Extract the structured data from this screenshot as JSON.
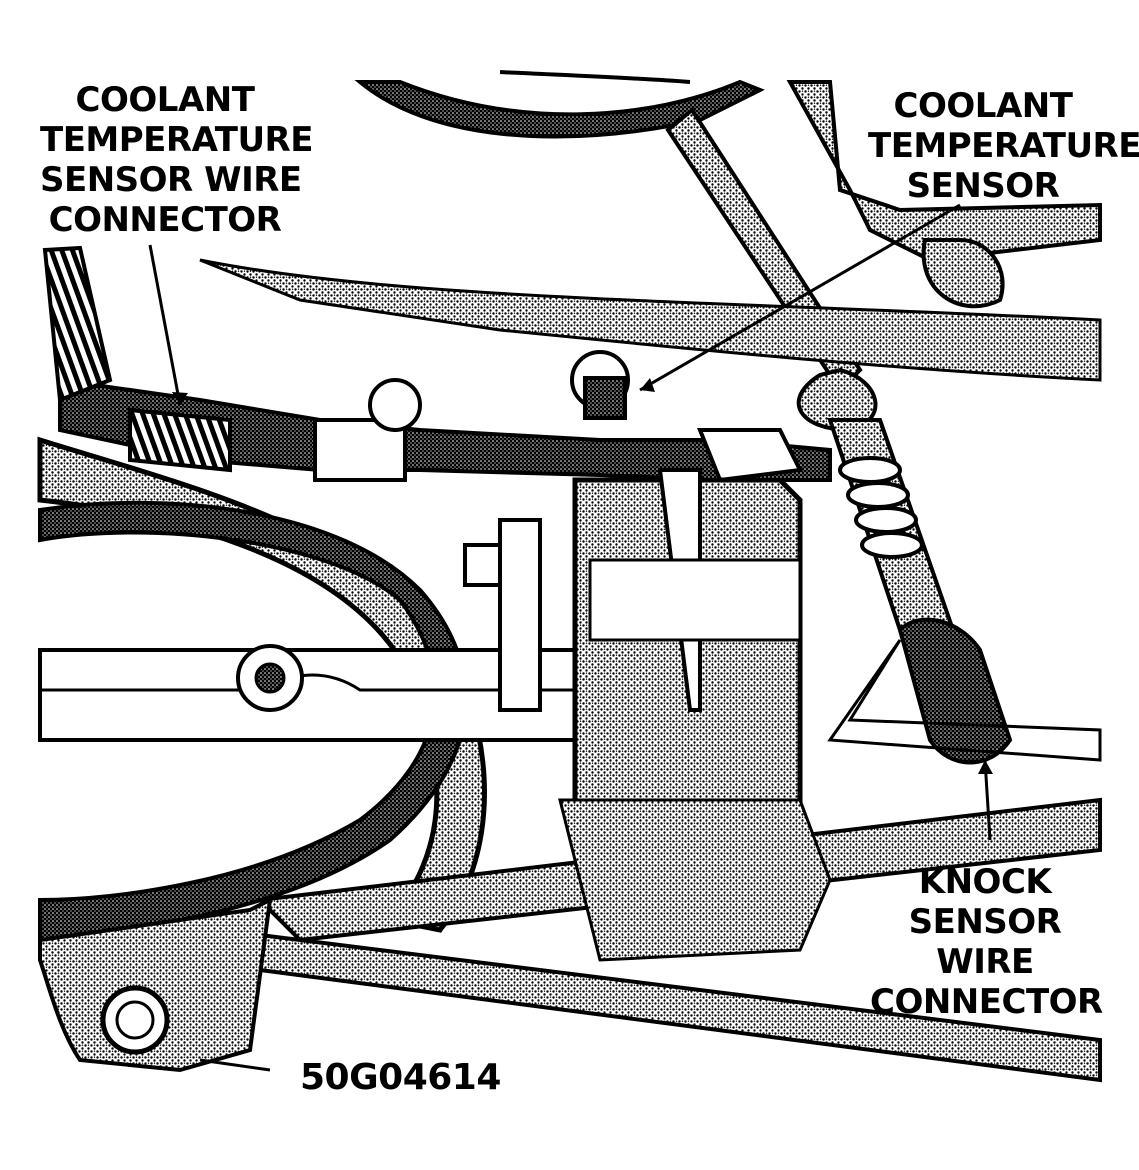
{
  "figure_code": "50G04614",
  "callouts": {
    "coolant_sensor_wire_connector": [
      "COOLANT",
      "TEMPERATURE",
      "SENSOR WIRE",
      "CONNECTOR"
    ],
    "coolant_sensor": [
      "COOLANT",
      "TEMPERATURE",
      "SENSOR"
    ],
    "knock_sensor_wire_connector": [
      "KNOCK",
      "SENSOR",
      "WIRE",
      "CONNECTOR"
    ]
  },
  "colors": {
    "ink": "#000000",
    "paper": "#ffffff",
    "stipple": "#000000"
  }
}
